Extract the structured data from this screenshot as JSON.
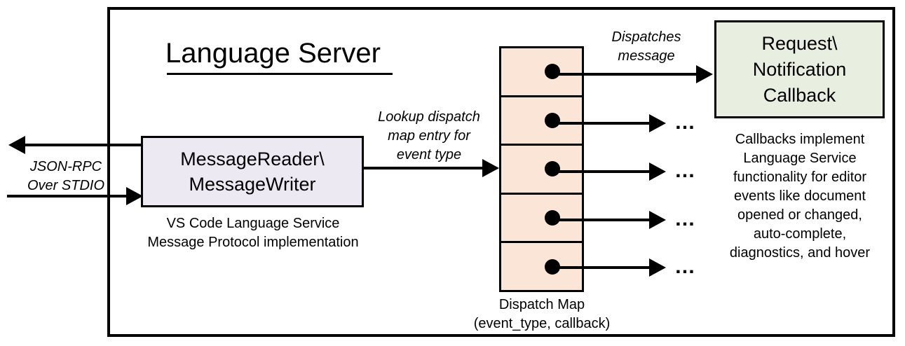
{
  "diagram": {
    "title": "Language Server",
    "frame_name": "language-server-boundary",
    "colors": {
      "dispatch_map_fill": "#FBE5D6",
      "message_io_fill": "#EDE9F2",
      "callback_fill": "#E8EFE0",
      "stroke": "#000000",
      "background": "#FFFFFF"
    }
  },
  "nodes": {
    "message_io": {
      "line1": "MessageReader\\",
      "line2": "MessageWriter",
      "caption_line1": "VS Code Language Service",
      "caption_line2": "Message Protocol implementation"
    },
    "dispatch_map": {
      "caption_line1": "Dispatch Map",
      "caption_line2": "(event_type, callback)",
      "cell_count": 5,
      "cells": [
        {
          "name": "dispatch-entry-1",
          "marker": "callback-dot"
        },
        {
          "name": "dispatch-entry-2",
          "marker": "callback-dot"
        },
        {
          "name": "dispatch-entry-3",
          "marker": "callback-dot"
        },
        {
          "name": "dispatch-entry-4",
          "marker": "callback-dot"
        },
        {
          "name": "dispatch-entry-5",
          "marker": "callback-dot"
        }
      ]
    },
    "callback": {
      "line1": "Request\\",
      "line2": "Notification",
      "line3": "Callback",
      "caption": "Callbacks implement Language Service functionality for editor events like document opened or changed, auto-complete, diagnostics, and hover",
      "caption_lines": [
        "Callbacks implement",
        "Language Service",
        "functionality for editor",
        "events like document",
        "opened or changed,",
        "auto-complete,",
        "diagnostics, and hover"
      ]
    }
  },
  "edges": {
    "transport": {
      "label_line1": "JSON-RPC",
      "label_line2": "Over STDIO"
    },
    "lookup": {
      "label_line1": "Lookup dispatch",
      "label_line2": "map entry for",
      "label_line3": "event type"
    },
    "dispatch": {
      "label_line1": "Dispatches",
      "label_line2": "message"
    },
    "ellipsis_marker": "…",
    "ellipsis_count": 4
  }
}
